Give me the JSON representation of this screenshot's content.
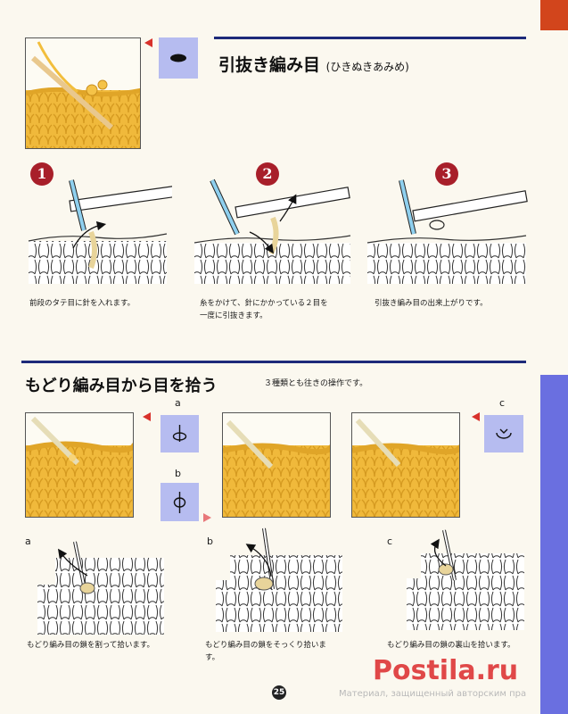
{
  "section1": {
    "title": "引抜き編み目",
    "title_reading": "(ひきぬきあみめ)",
    "steps": [
      {
        "number": "1",
        "caption_lines": [
          "前段のタテ目に針を入れます。"
        ]
      },
      {
        "number": "2",
        "caption_lines": [
          "糸をかけて、針にかかっている２目を",
          "一度に引抜きます。"
        ]
      },
      {
        "number": "3",
        "caption_lines": [
          "引抜き編み目の出来上がりです。"
        ]
      }
    ]
  },
  "section2": {
    "title": "もどり編み目から目を拾う",
    "subtitle": "３種類とも往きの操作です。",
    "symbol_labels": [
      "a",
      "b",
      "c"
    ],
    "diagram_labels": [
      "a",
      "b",
      "c"
    ],
    "captions": [
      [
        "もどり編み目の鎖を割って拾います。"
      ],
      [
        "もどり編み目の鎖をそっくり拾いま",
        "す。"
      ],
      [
        "もどり編み目の鎖の裏山を拾います。"
      ]
    ]
  },
  "page_number": "25",
  "watermark": "Материал, защищенный авторским пра",
  "brand": "Postila.ru",
  "colors": {
    "yarn": "#f2be3c",
    "symbol_bg": "#b6bcf0",
    "step_badge": "#a81f2a",
    "rule": "#1d2a7a",
    "tab_orange": "#d2451c",
    "tab_blue": "#6a6fe0",
    "pointer_red": "#d8312b",
    "brand_red": "#e04848"
  }
}
